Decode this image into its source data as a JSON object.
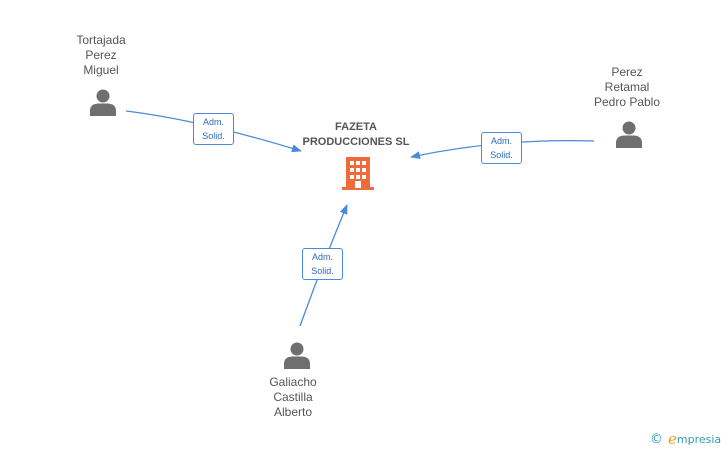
{
  "company": {
    "name_line1": "FAZETA",
    "name_line2": "PRODUCCIONES SL",
    "icon": "building-icon",
    "color": "#f06a3a"
  },
  "people": [
    {
      "id": "tortajada",
      "lines": [
        "Tortajada",
        "Perez",
        "Miguel"
      ],
      "icon": "person-icon"
    },
    {
      "id": "perez",
      "lines": [
        "Perez",
        "Retamal",
        "Pedro Pablo"
      ],
      "icon": "person-icon"
    },
    {
      "id": "galiacho",
      "lines": [
        "Galiacho",
        "Castilla",
        "Alberto"
      ],
      "icon": "person-icon"
    }
  ],
  "relations": [
    {
      "from": "tortajada",
      "role_line1": "Adm.",
      "role_line2": "Solid."
    },
    {
      "from": "perez",
      "role_line1": "Adm.",
      "role_line2": "Solid."
    },
    {
      "from": "galiacho",
      "role_line1": "Adm.",
      "role_line2": "Solid."
    }
  ],
  "colors": {
    "edge": "#4a8ad8",
    "person_icon": "#6f6f6f",
    "label_text": "#555555"
  },
  "footer": {
    "copyright_symbol": "©",
    "brand_initial": "e",
    "brand_rest": "mpresia"
  }
}
